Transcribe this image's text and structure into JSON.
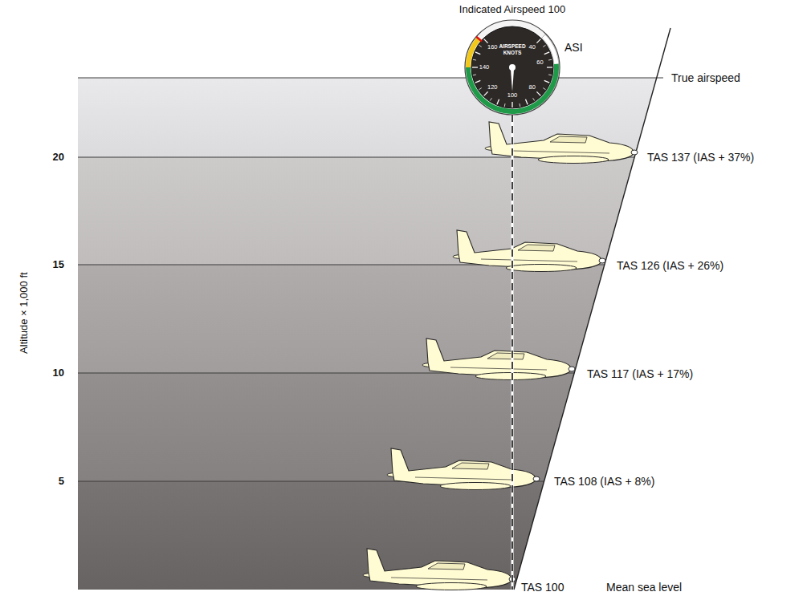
{
  "diagram": {
    "labels": [
      "Indicated Airspeed 100",
      "AIRSPEED",
      "KNOTS",
      "160",
      "140",
      "120",
      "100",
      "80",
      "60",
      "40",
      "ASI",
      "True airspeed",
      "20",
      "15",
      "10",
      "5",
      "Altitude × 1,000 ft",
      "TAS 137 (IAS + 37%)",
      "TAS 126 (IAS + 26%)",
      "TAS 117 (IAS + 17%)",
      "TAS 108 (IAS + 8%)",
      "TAS 100",
      "Mean sea level"
    ]
  }
}
